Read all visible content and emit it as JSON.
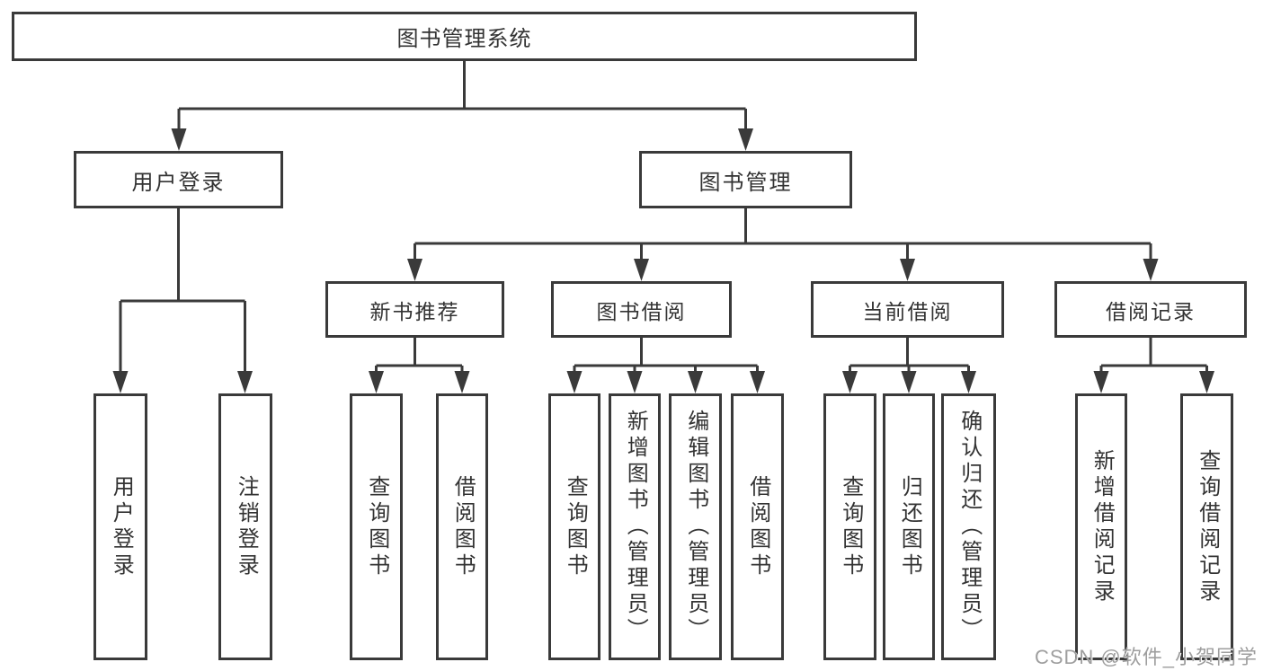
{
  "title": "图书管理系统",
  "tree": {
    "root": {
      "label": "图书管理系统",
      "children": [
        {
          "label": "用户登录",
          "children": [
            {
              "label": "用户登录"
            },
            {
              "label": "注销登录"
            }
          ]
        },
        {
          "label": "图书管理",
          "children": [
            {
              "label": "新书推荐",
              "children": [
                {
                  "label": "查询图书"
                },
                {
                  "label": "借阅图书"
                }
              ]
            },
            {
              "label": "图书借阅",
              "children": [
                {
                  "label": "查询图书"
                },
                {
                  "label": "新增图书（管理员）"
                },
                {
                  "label": "编辑图书（管理员）"
                },
                {
                  "label": "借阅图书"
                }
              ]
            },
            {
              "label": "当前借阅",
              "children": [
                {
                  "label": "查询图书"
                },
                {
                  "label": "归还图书"
                },
                {
                  "label": "确认归还（管理员）"
                }
              ]
            },
            {
              "label": "借阅记录",
              "children": [
                {
                  "label": "新增借阅记录"
                },
                {
                  "label": "查询借阅记录"
                }
              ]
            }
          ]
        }
      ]
    }
  },
  "watermark": {
    "text": "CSDN @软件_小贺同学"
  },
  "colors": {
    "line": "#3a3a3a",
    "text": "#333333",
    "watermark": "#9e9e9e",
    "background": "#ffffff"
  }
}
